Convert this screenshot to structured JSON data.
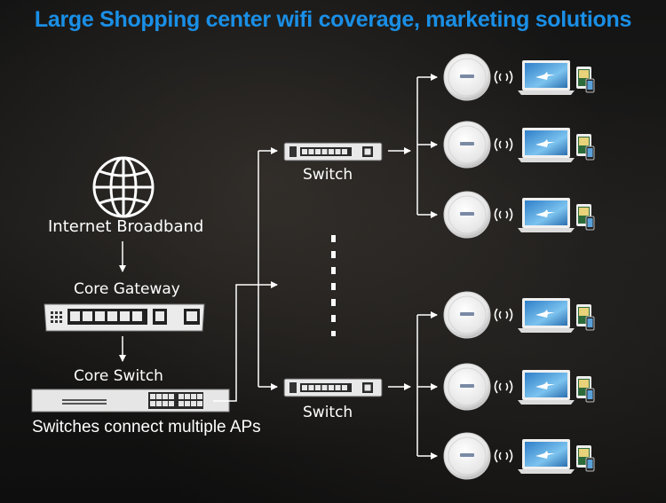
{
  "title": "Large Shopping center wifi coverage, marketing solutions",
  "nodes": {
    "internet": "Internet Broadband",
    "gateway": "Core Gateway",
    "core_switch": "Core Switch",
    "footer": "Switches connect multiple APs",
    "switch_top": "Switch",
    "switch_bottom": "Switch"
  },
  "colors": {
    "title": "#1a8fe6",
    "line": "#ffffff",
    "device": "#e9e9e9",
    "screen": "#3b8fd0"
  },
  "icons": [
    "globe-icon",
    "gateway-icon",
    "core-switch-icon",
    "switch-icon",
    "access-point-icon",
    "wifi-signal-icon",
    "laptop-icon",
    "tablet-icon",
    "phone-icon"
  ]
}
